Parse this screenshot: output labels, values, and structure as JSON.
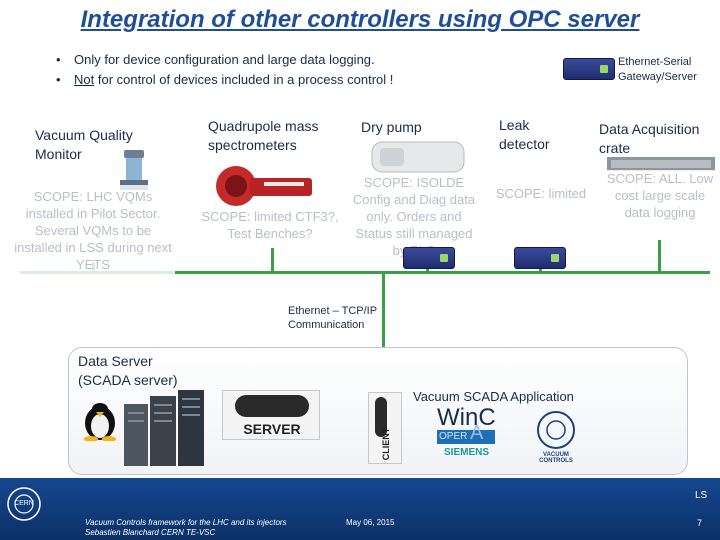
{
  "title": "Integration of other controllers using OPC server",
  "bullets": [
    "Only for device configuration and large data logging.",
    {
      "prefix": "Not",
      "rest": " for control of devices included in a process control !"
    }
  ],
  "gateway_label": "Ethernet-Serial Gateway/Server",
  "devices": {
    "vqm": {
      "label": "Vacuum Quality Monitor",
      "scope": "SCOPE: LHC VQMs installed in Pilot Sector. Several VQMs to be installed in LSS during next YETS"
    },
    "qms": {
      "label": "Quadrupole mass spectrometers",
      "scope": "SCOPE: limited CTF3?, Test Benches?"
    },
    "dry_pump": {
      "label": "Dry pump",
      "scope": "SCOPE: ISOLDE Config and Diag data only. Orders and Status still managed by PLC"
    },
    "leak": {
      "label": "Leak detector",
      "scope": "SCOPE: limited"
    },
    "daq": {
      "label": "Data Acquisition crate",
      "scope": "SCOPE: ALL. Low cost large scale data logging"
    }
  },
  "ethernet_label": "Ethernet – TCP/IP Communication",
  "data_server_label": "Data Server (SCADA server)",
  "scada_app_label": "Vacuum SCADA Application",
  "logos": {
    "opc_server": "SERVER",
    "opc_client": "CLIENT",
    "winc": "WinC",
    "oper": "OPER",
    "siemens": "SIEMENS",
    "cern_vacuum": "VACUUM CONTROLS"
  },
  "footer": {
    "ls": "LS",
    "line1": "Vacuum Controls framework for the LHC and its injectors",
    "line2": "Sebastien Blanchard CERN TE-VSC",
    "date": "May 06, 2015",
    "page": "7",
    "cern": "CERN"
  },
  "colors": {
    "title": "#1f4e99",
    "ethernet_line": "#3aa048",
    "footer_bg": "#15488f"
  }
}
